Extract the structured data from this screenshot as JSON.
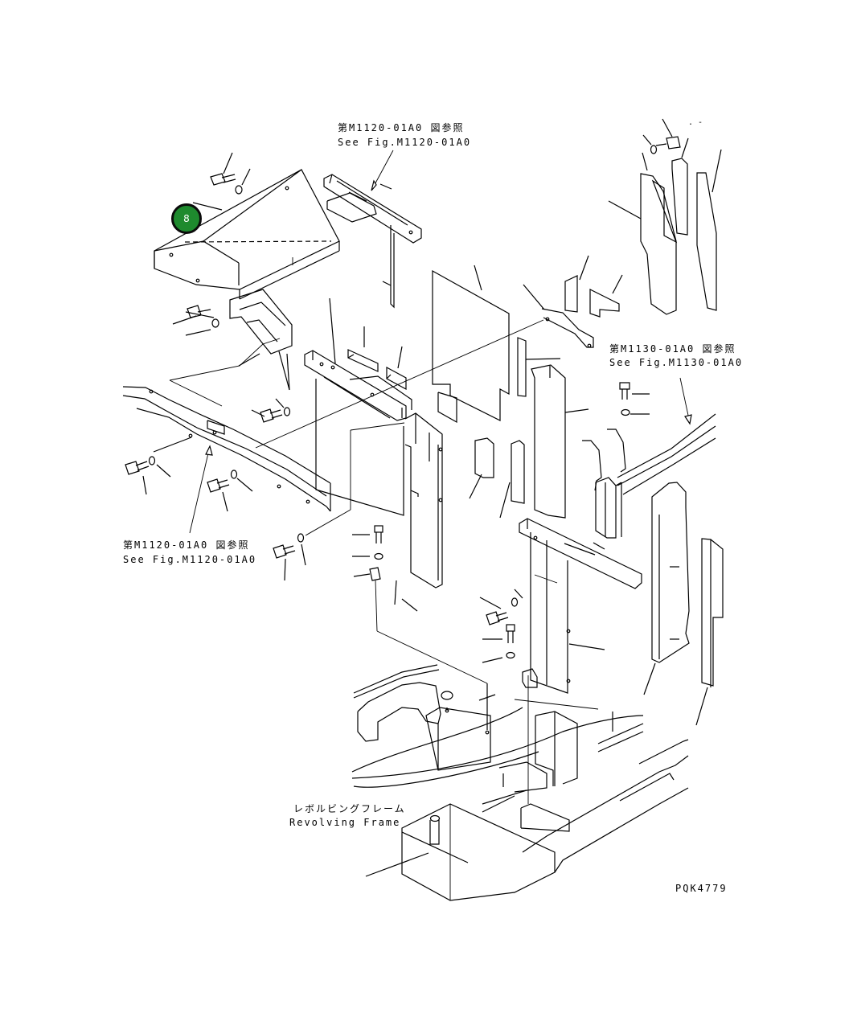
{
  "refs": {
    "top": {
      "jp": "第M1120-01A0 図参照",
      "en": "See Fig.M1120-01A0"
    },
    "right": {
      "jp": "第M1130-01A0 図参照",
      "en": "See Fig.M1130-01A0"
    },
    "left": {
      "jp": "第M1120-01A0 図参照",
      "en": "See Fig.M1120-01A0"
    }
  },
  "frame_label": {
    "jp": "レボルビングフレーム",
    "en": "Revolving Frame"
  },
  "drawing_code": "PQK4779",
  "callout": {
    "number": "8",
    "color": "#1e8a2e"
  }
}
